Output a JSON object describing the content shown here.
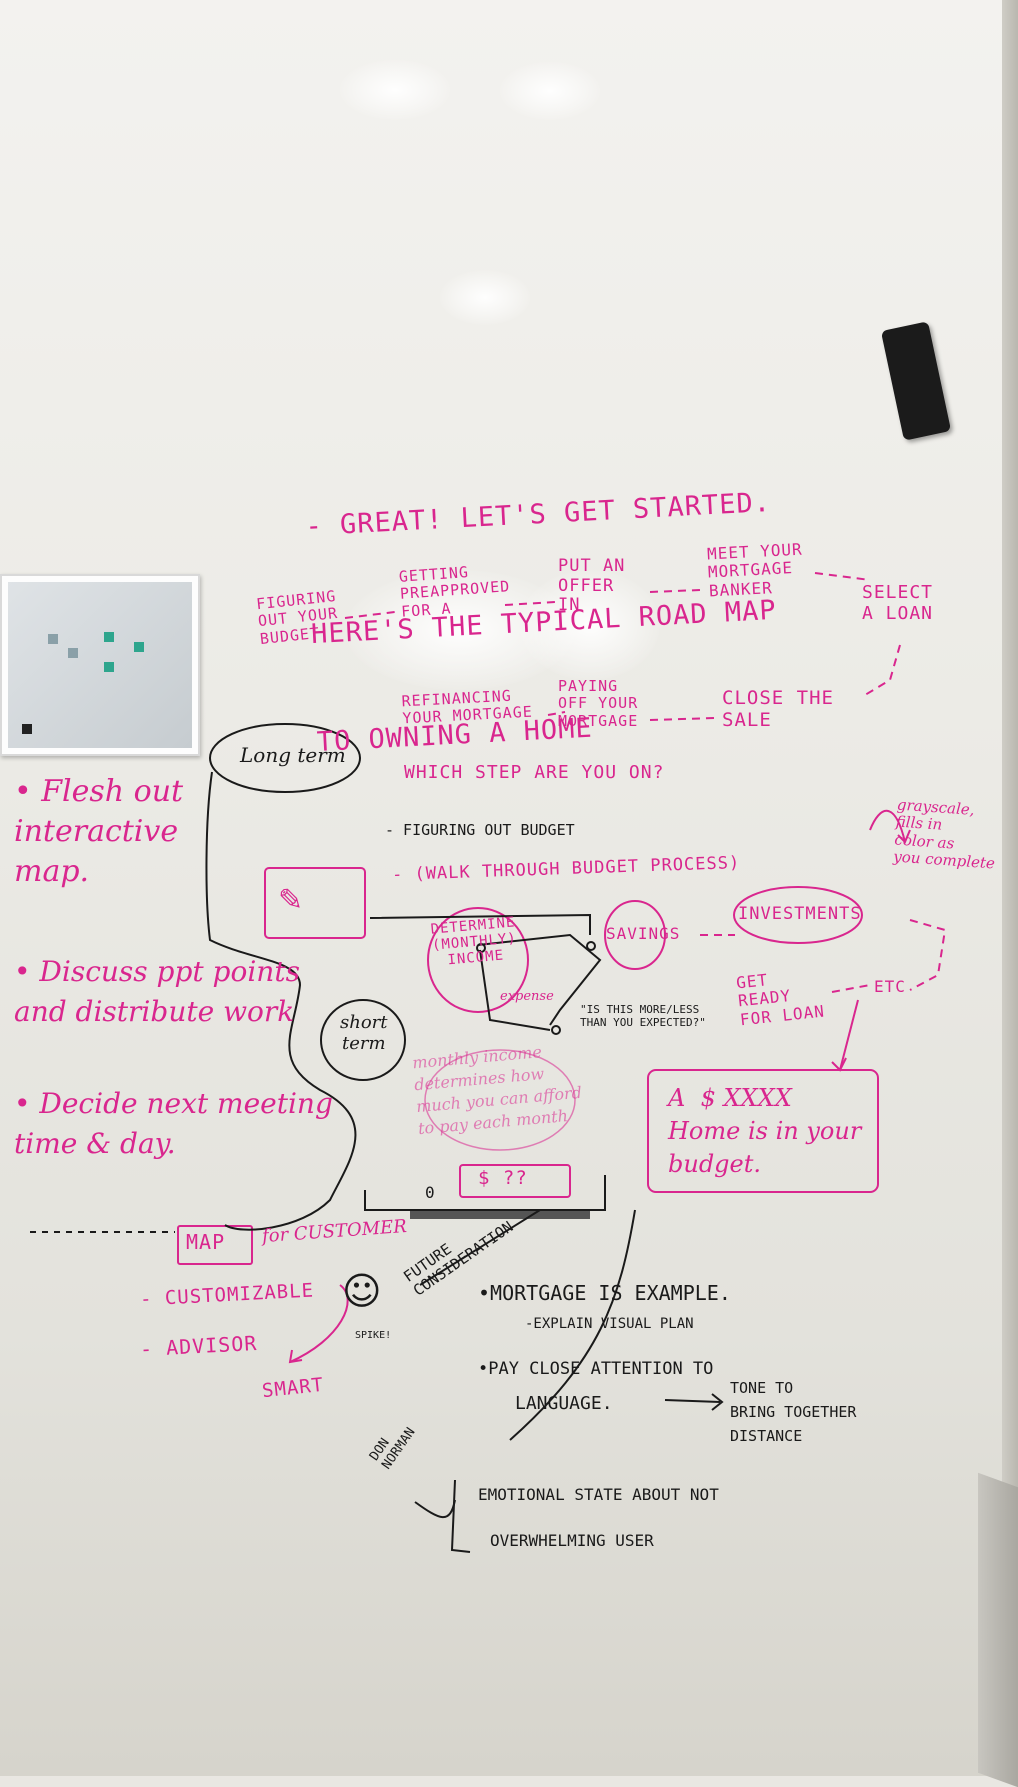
{
  "board": {
    "heading": [
      "- GREAT! LET'S GET STARTED.",
      "HERE'S THE TYPICAL ROAD MAP",
      "TO OWNING A HOME"
    ],
    "road_map_steps": {
      "figuring_budget": "FIGURING\nOUT YOUR\nBUDGET",
      "preapproved": "GETTING\nPREAPPROVED\nFOR A",
      "put_offer": "PUT AN\nOFFER\nIN",
      "meet_banker": "MEET YOUR\nMORTGAGE\nBANKER",
      "select_loan": "SELECT\nA LOAN",
      "close_sale": "CLOSE THE\nSALE",
      "paying_off": "PAYING\nOFF YOUR\nMORTGAGE",
      "refinancing": "REFINANCING\nYOUR MORTGAGE"
    },
    "which_step": "WHICH STEP ARE YOU ON?",
    "long_term": "Long term",
    "short_term": "short\nterm",
    "figuring_out_budget": "- FIGURING OUT BUDGET",
    "walk_through": "- (WALK THROUGH BUDGET PROCESS)",
    "determine": "DETERMINE\n(MONTHLY)\nINCOME",
    "expense": "expense",
    "savings": "SAVINGS",
    "investments": "INVESTMENTS",
    "grayscale_note": "grayscale,\nfills in\ncolor as\nyou complete",
    "get_ready": "GET\nREADY\nFOR LOAN",
    "etc": "ETC",
    "is_this": "\"IS THIS MORE/LESS\nTHAN YOU EXPECTED?\"",
    "monthly_income_note": "monthly income\ndetermines how\nmuch you can afford\nto pay each month",
    "slider_zero": "0",
    "slider_amount": "$ ??",
    "result_box": "A  $ XXXX\nHome is in your\nbudget.",
    "left_agenda": [
      "• Flesh out\ninteractive\nmap.",
      "• Discuss ppt points\nand distribute work",
      "• Decide next meeting\ntime & day."
    ],
    "map_label": "MAP",
    "for_customer": "for CUSTOMER",
    "customizable": "- CUSTOMIZABLE",
    "advisor": "- ADVISOR",
    "smart": "SMART",
    "spike": "SPIKE!",
    "future_consideration": "FUTURE\nCONSIDERATION",
    "mortgage_example": "•MORTGAGE IS EXAMPLE.",
    "explain_plan": "-EXPLAIN VISUAL PLAN",
    "pay_attention": "•PAY CLOSE ATTENTION TO",
    "language": "LANGUAGE.",
    "tone": "TONE TO\nBRING TOGETHER\nDISTANCE",
    "don_norman": "DON\nNORMAN",
    "emotional": "EMOTIONAL STATE ABOUT NOT",
    "overwhelming": "OVERWHELMING USER"
  },
  "colors": {
    "marker_pink": "#d9268e",
    "marker_black": "#1a1a1a",
    "board": "#efeeea"
  }
}
